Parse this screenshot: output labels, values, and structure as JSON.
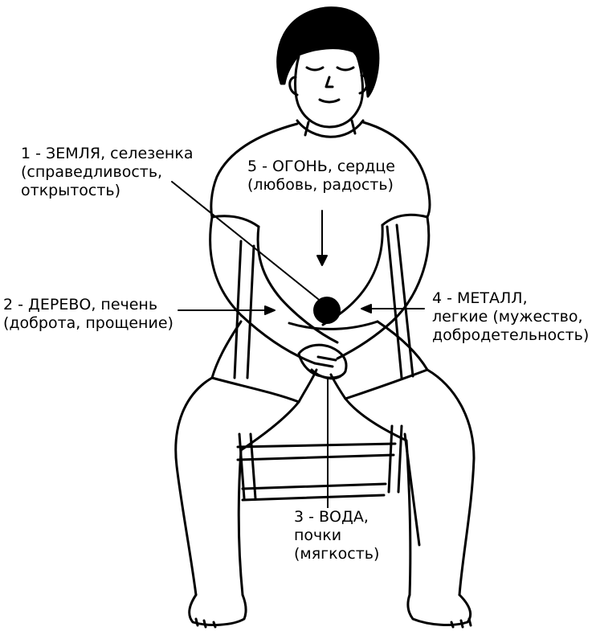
{
  "colors": {
    "ink": "#000000",
    "paper": "#ffffff",
    "center_point": "#000000"
  },
  "labels": {
    "earth": {
      "line1": "1 - ЗЕМЛЯ, селезенка",
      "line2": "(справедливость,",
      "line3": "открытость)"
    },
    "fire": {
      "line1": "5 - ОГОНЬ, сердце",
      "line2": "(любовь, радость)"
    },
    "wood": {
      "line1": "2 - ДЕРЕВО, печень",
      "line2": "(доброта, прощение)"
    },
    "metal": {
      "line1": "4 - МЕТАЛЛ,",
      "line2": "легкие (мужество,",
      "line3": "добродетельность)"
    },
    "water": {
      "line1": "3 - ВОДА,",
      "line2": "почки",
      "line3": "(мягкость)"
    }
  }
}
